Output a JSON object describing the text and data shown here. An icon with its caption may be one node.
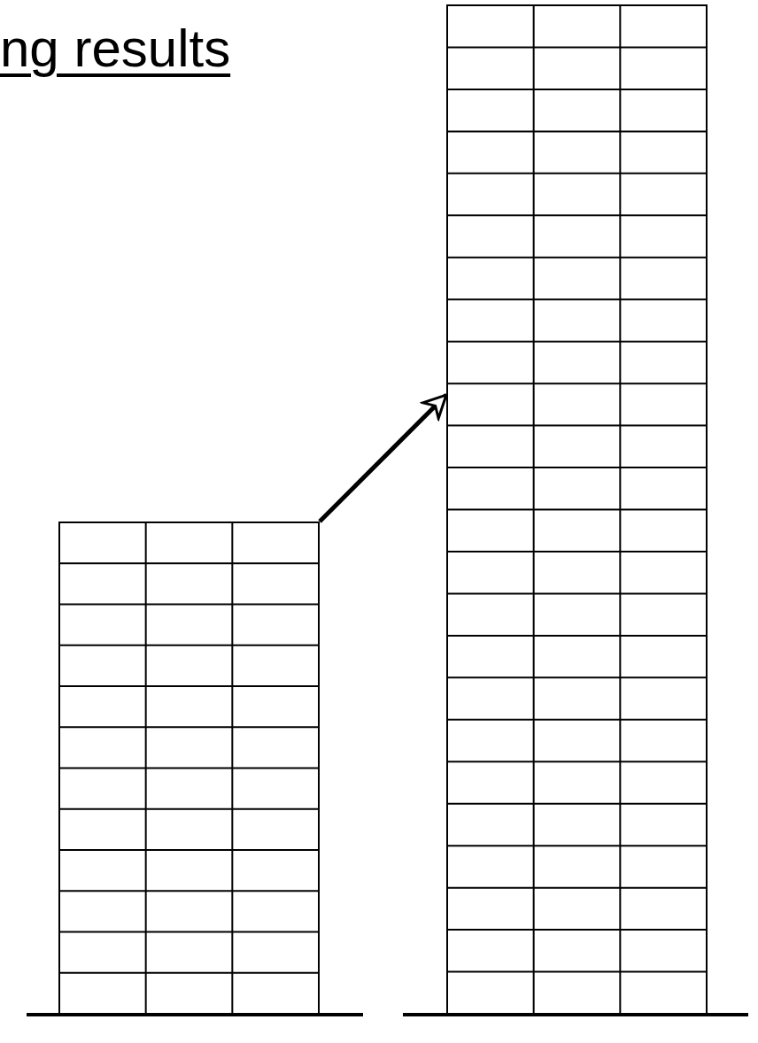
{
  "diagram": {
    "title": "ng results",
    "nodes": [
      {
        "text": [],
        "shape": "building"
      },
      {
        "text": [],
        "shape": "building"
      }
    ],
    "edges": [
      {
        "from": 0,
        "to": 1,
        "arrow": "to"
      }
    ]
  }
}
